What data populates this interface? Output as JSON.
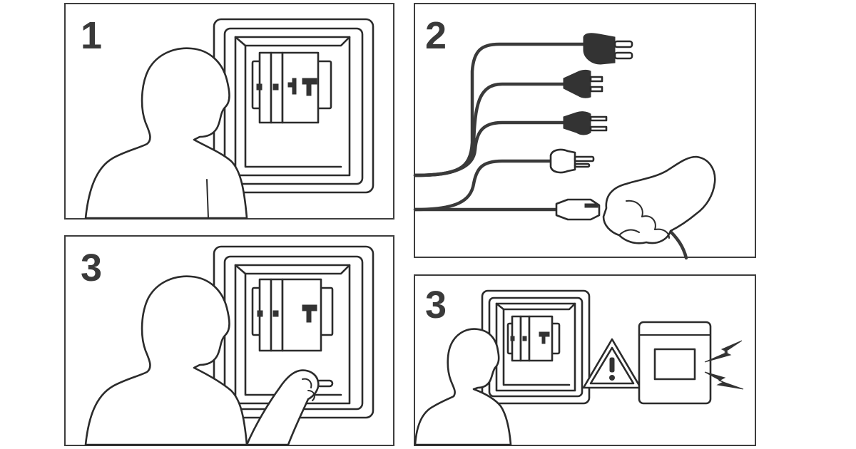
{
  "colors": {
    "line": "#2b2b2b",
    "frame": "#3d3d3d",
    "dark_fill": "#333333",
    "background": "#ffffff"
  },
  "panels": [
    {
      "label": "1",
      "scene": "person-facing-fuse-box"
    },
    {
      "label": "2",
      "scene": "hand-unplugging-power-cords"
    },
    {
      "label": "3",
      "scene": "person-switching-breaker"
    },
    {
      "label": "3",
      "scene": "fuse-box-with-warning"
    }
  ],
  "icons": [
    "person-silhouette-icon",
    "fuse-box-icon",
    "circuit-breaker-icon",
    "power-plug-icon",
    "hand-icon",
    "warning-triangle-icon",
    "lightning-bolt-icon",
    "electrical-panel-icon"
  ]
}
